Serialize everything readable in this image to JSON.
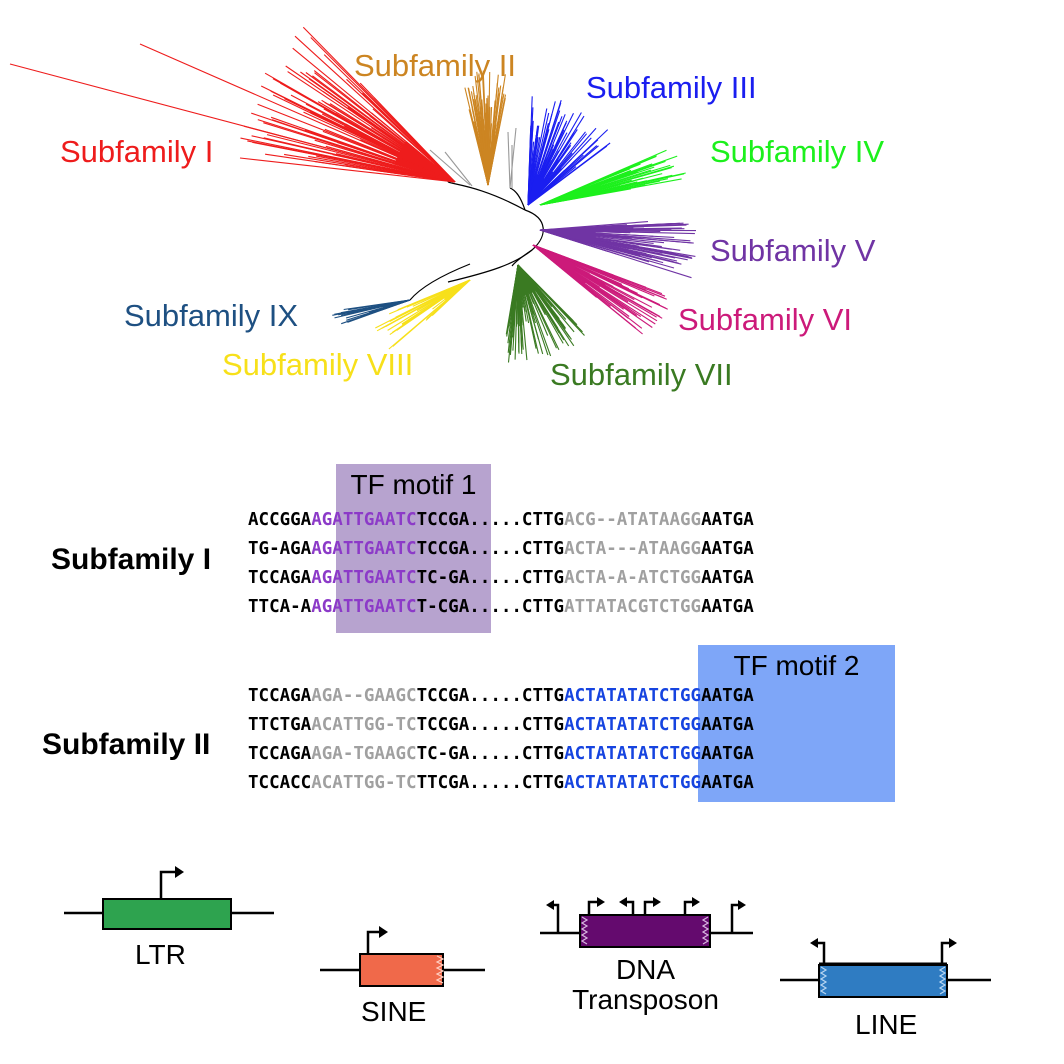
{
  "tree": {
    "subfamilies": [
      {
        "key": "I",
        "name": "Subfamily I",
        "color": "#ee1c1c"
      },
      {
        "key": "II",
        "name": "Subfamily II",
        "color": "#cc8522"
      },
      {
        "key": "III",
        "name": "Subfamily III",
        "color": "#1a1ef0"
      },
      {
        "key": "IV",
        "name": "Subfamily IV",
        "color": "#1cf01c"
      },
      {
        "key": "V",
        "name": "Subfamily V",
        "color": "#7034a4"
      },
      {
        "key": "VI",
        "name": "Subfamily VI",
        "color": "#cc1a7a"
      },
      {
        "key": "VII",
        "name": "Subfamily VII",
        "color": "#3a7a22"
      },
      {
        "key": "VIII",
        "name": "Subfamily VIII",
        "color": "#f7e01a"
      },
      {
        "key": "IX",
        "name": "Subfamily IX",
        "color": "#1e5082"
      }
    ],
    "unassigned_color": "#999999"
  },
  "alignment": {
    "groups": [
      {
        "name": "Subfamily I",
        "motif_label": "TF motif 1",
        "motif_color": "#b7a3cf",
        "highlight_color": "#8c3ac8",
        "rows": [
          {
            "pre": "ACCGGA",
            "a": "AGATTGAATC",
            "mid": "TCCGA.....CTTG",
            "b": "ACG--ATATAAGG",
            "post": "AATGA"
          },
          {
            "pre": "TG-AGA",
            "a": "AGATTGAATC",
            "mid": "TCCGA.....CTTG",
            "b": "ACTA---ATAAGG",
            "post": "AATGA"
          },
          {
            "pre": "TCCAGA",
            "a": "AGATTGAATC",
            "mid": "TC-GA.....CTTG",
            "b": "ACTA-A-ATCTGG",
            "post": "AATGA"
          },
          {
            "pre": "TTCA-A",
            "a": "AGATTGAATC",
            "mid": "T-CGA.....CTTG",
            "b": "ATTATACGTCTGG",
            "post": "AATGA"
          }
        ]
      },
      {
        "name": "Subfamily II",
        "motif_label": "TF motif 2",
        "motif_color": "#7ea6f8",
        "highlight_color": "#1644e0",
        "rows": [
          {
            "pre": "TCCAGA",
            "a": "AGA--GAAGC",
            "mid": "TCCGA.....CTTG",
            "b": "ACTATATATCTGG",
            "post": "AATGA"
          },
          {
            "pre": "TTCTGA",
            "a": "ACATTGG-TC",
            "mid": "TCCGA.....CTTG",
            "b": "ACTATATATCTGG",
            "post": "AATGA"
          },
          {
            "pre": "TCCAGA",
            "a": "AGA-TGAAGC",
            "mid": "TC-GA.....CTTG",
            "b": "ACTATATATCTGG",
            "post": "AATGA"
          },
          {
            "pre": "TCCACC",
            "a": "ACATTGG-TC",
            "mid": "TTCGA.....CTTG",
            "b": "ACTATATATCTGG",
            "post": "AATGA"
          }
        ]
      }
    ],
    "base_color": "#000000",
    "variable_color": "#a0a0a0"
  },
  "elements": [
    {
      "name": "LTR",
      "color": "#2ea34f"
    },
    {
      "name": "SINE",
      "color": "#f0694a"
    },
    {
      "name": "DNA Transposon",
      "line1": "DNA",
      "line2": "Transposon",
      "color": "#640a6e"
    },
    {
      "name": "LINE",
      "color": "#2f7cc2"
    }
  ]
}
